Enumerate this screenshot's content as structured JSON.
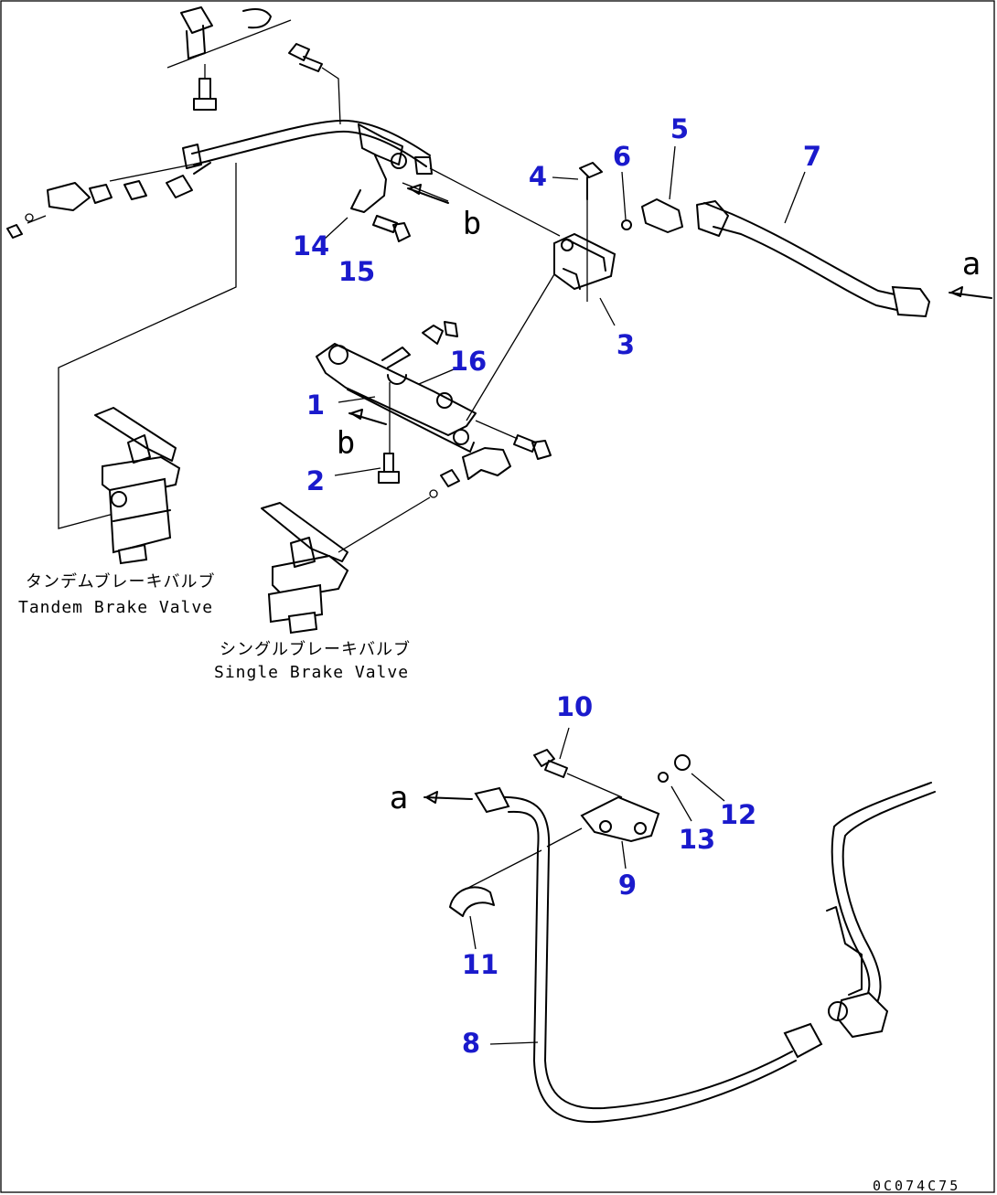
{
  "part_numbers": [
    "1",
    "2",
    "3",
    "4",
    "5",
    "6",
    "7",
    "8",
    "9",
    "10",
    "11",
    "12",
    "13",
    "14",
    "15",
    "16"
  ],
  "connection_labels": {
    "a_top": "a",
    "a_bottom": "a",
    "b_top": "b",
    "b_mid": "b"
  },
  "captions": {
    "tandem_jp": "タンデムブレーキバルブ",
    "tandem_en": "Tandem Brake Valve",
    "single_jp": "シングルブレーキバルブ",
    "single_en": "Single Brake Valve"
  },
  "drawing_code": "0C074C75",
  "colors": {
    "callout": "#1a1acc",
    "line": "#000000",
    "background": "#ffffff"
  }
}
